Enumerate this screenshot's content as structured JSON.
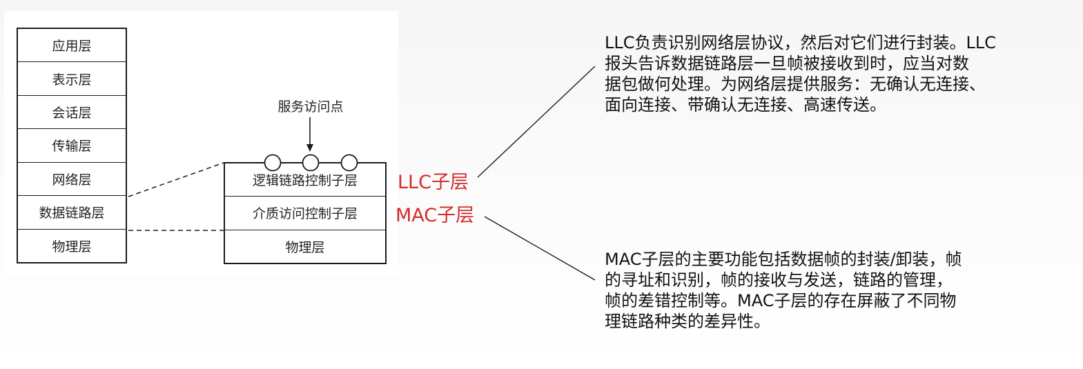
{
  "osi_layers": [
    "应用层",
    "表示层",
    "会话层",
    "传输层",
    "网络层",
    "数据链路层",
    "物理层"
  ],
  "sublayers": [
    "逻辑链路控制子层",
    "介质访问控制子层",
    "物理层"
  ],
  "service_access_point_label": "服务访问点",
  "llc_label": "LLC子层",
  "mac_label": "MAC子层",
  "llc_description": [
    "LLC负责识别网络层协议，然后对它们进行封装。LLC",
    "报头告诉数据链路层一旦帧被接收到时，应当对数",
    "据包做何处理。为网络层提供服务：无确认无连接、",
    "面向连接、带确认无连接、高速传送。"
  ],
  "mac_description": [
    "MAC子层的主要功能包括数据帧的封装/卸装，帧",
    "的寻址和识别，帧的接收与发送，链路的管理，",
    "帧的差错控制等。MAC子层的存在屏蔽了不同物",
    "理链路种类的差异性。"
  ],
  "colors": {
    "label_red": "#d52b2b",
    "line": "#1a1a1a"
  }
}
